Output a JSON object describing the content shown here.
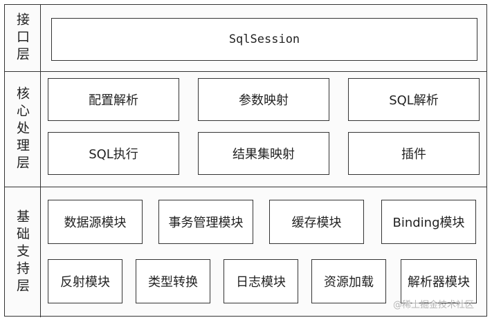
{
  "layers": [
    {
      "label": "接口层",
      "modules": [
        "SqlSession"
      ]
    },
    {
      "label": "核心处理层",
      "modules": [
        "配置解析",
        "参数映射",
        "SQL解析",
        "SQL执行",
        "结果集映射",
        "插件"
      ]
    },
    {
      "label": "基础支持层",
      "modules": [
        "数据源模块",
        "事务管理模块",
        "缓存模块",
        "Binding模块",
        "反射模块",
        "类型转换",
        "日志模块",
        "资源加载",
        "解析器模块"
      ]
    }
  ],
  "watermark": "@稀土掘金技术社区"
}
